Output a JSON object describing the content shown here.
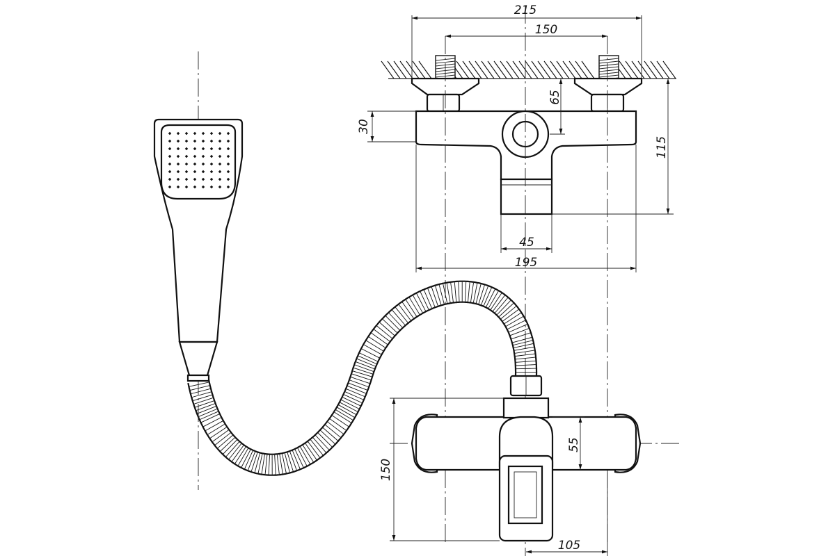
{
  "drawing": {
    "title": "",
    "dimensions": {
      "overall_width_top": "215",
      "inlet_spacing": "150",
      "inlet_height": "65",
      "body_height": "30",
      "total_depth": "115",
      "outlet_width": "45",
      "body_width": "195",
      "front_height": "150",
      "handle_height": "55",
      "spout_offset": "105"
    },
    "colors": {
      "line": "#111111",
      "background": "#ffffff"
    },
    "components": [
      "wall",
      "eccentric-fittings",
      "mixer-body",
      "handle",
      "flexible-hose",
      "hand-shower"
    ]
  }
}
